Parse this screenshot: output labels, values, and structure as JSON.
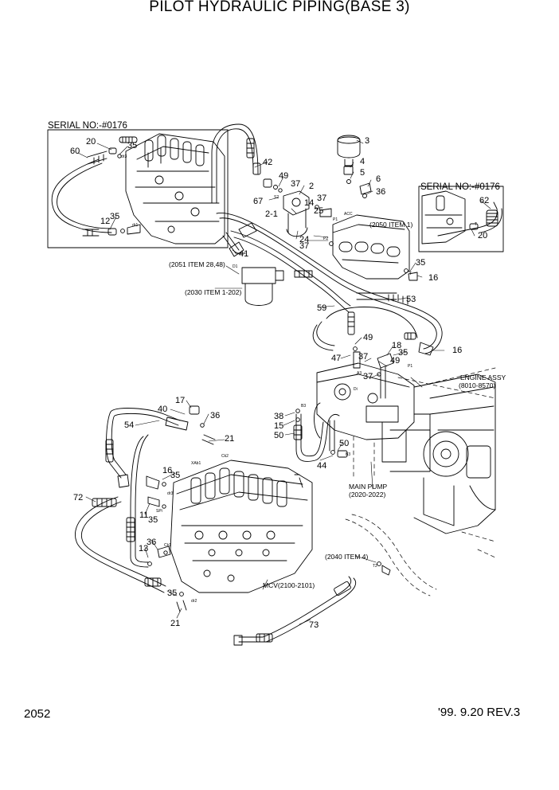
{
  "title": "PILOT HYDRAULIC PIPING(BASE 3)",
  "page_number": "2052",
  "revision": "'99. 9.20 REV.3",
  "insets": {
    "left_serial": "SERIAL NO:-#0176",
    "right_serial": "SERIAL NO:-#0176"
  },
  "references": {
    "item_2050": "(2050 ITEM 1)",
    "item_2051": "(2051 ITEM 28,48)",
    "item_2030": "(2030 ITEM 1-202)",
    "item_2040": "(2040 ITEM 4)",
    "engine": "ENGINE ASSY",
    "engine_code": "(8010-8570)",
    "main_pump": "MAIN PUMP",
    "main_pump_code": "(2020-2022)",
    "mcv": "MCV(2100-2101)"
  },
  "callouts": {
    "n20a": "20",
    "n35a": "35",
    "n60": "60",
    "n12": "12",
    "n35b": "35",
    "n42": "42",
    "n49a": "49",
    "n37a": "37",
    "n2": "2",
    "n67": "67",
    "n2_1": "2-1",
    "n37b": "37",
    "n14": "14",
    "n25": "25",
    "n3": "3",
    "n4": "4",
    "n5": "5",
    "n6": "6",
    "n36a": "36",
    "n62": "62",
    "n20b": "20",
    "n24": "24",
    "n37c": "37",
    "n41": "41",
    "n35c": "35",
    "n16a": "16",
    "n53": "53",
    "n59": "59",
    "n49b": "49",
    "n18": "18",
    "n35d": "35",
    "n16b": "16",
    "n47": "47",
    "n37d": "37",
    "n49c": "49",
    "n37e": "37",
    "n17": "17",
    "n40": "40",
    "n36b": "36",
    "n54": "54",
    "n21a": "21",
    "n38": "38",
    "n15": "15",
    "n50a": "50",
    "n50b": "50",
    "n44": "44",
    "n16c": "16",
    "n35e": "35",
    "n72": "72",
    "n11": "11",
    "n35f": "35",
    "n36c": "36",
    "n13": "13",
    "n35g": "35",
    "n21b": "21",
    "n73": "73"
  },
  "port_labels": {
    "dr3a": "dr3",
    "dr1": "dr1",
    "s2": "S2",
    "p1a": "P1",
    "acc": "ACC",
    "p2": "P2",
    "t": "T",
    "d1": "D1",
    "a3": "A3",
    "di": "Di",
    "p1b": "P1",
    "b3a": "B3",
    "b3b": "B3",
    "xab1": "XAb1",
    "ck2": "Ck2",
    "dr3b": "dr3",
    "spi": "SPi",
    "ck1": "Ck1",
    "dr2": "dr2",
    "t2": "T2",
    "ta": "T"
  }
}
